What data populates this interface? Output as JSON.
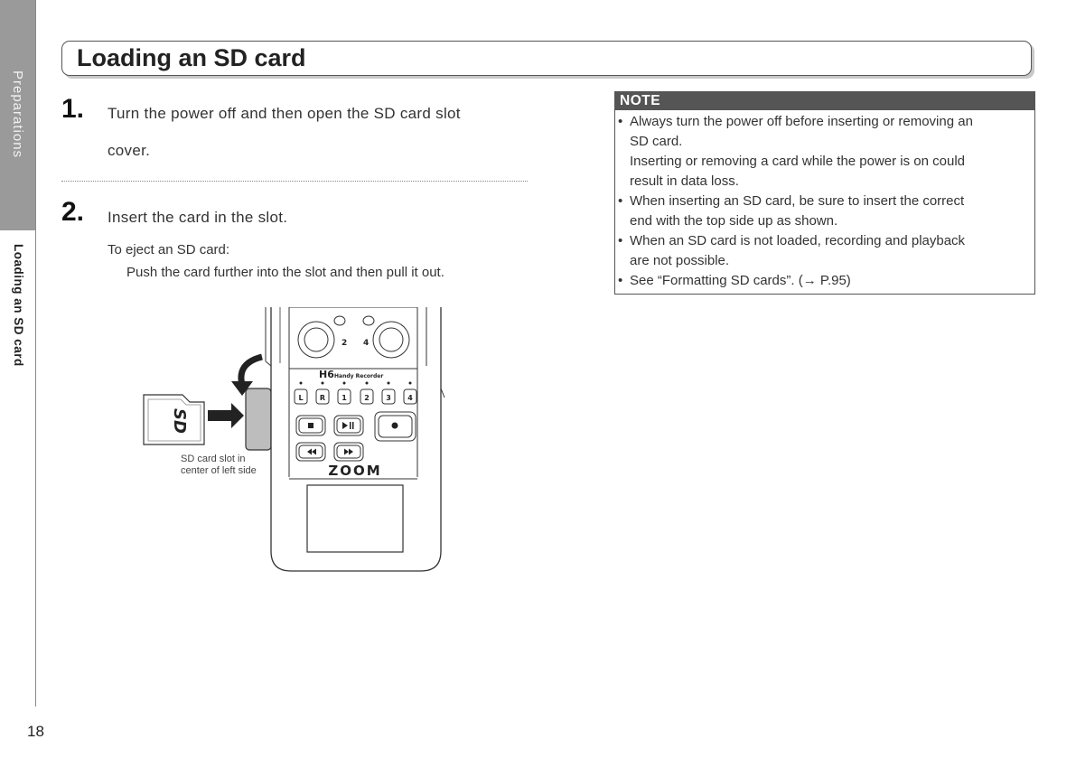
{
  "sidebar": {
    "chapter_tab": "Preparations",
    "section_label": "Loading an SD card",
    "page_number": "18"
  },
  "title": "Loading an SD card",
  "steps": [
    {
      "number": "1.",
      "lines": [
        "Turn the power off and then open the SD card slot",
        "cover."
      ]
    },
    {
      "number": "2.",
      "lines": [
        "Insert the card in the slot."
      ]
    }
  ],
  "eject": {
    "heading": "To eject an SD card:",
    "text": "Push the card further into the slot and then pull it out."
  },
  "figure": {
    "caption_lines": [
      "SD card slot in",
      "center of left side"
    ],
    "device_model": "H6",
    "device_subtitle": "Handy Recorder",
    "brand_logo": "ZOOM",
    "input_buttons": [
      "L",
      "R",
      "1",
      "2",
      "3",
      "4"
    ],
    "knob_labels": [
      "2",
      "4"
    ],
    "card_logo": "SD"
  },
  "note": {
    "heading": "NOTE",
    "items": [
      [
        "Always turn the power off before inserting or removing an",
        "SD card.",
        "Inserting or removing a card while the power is on could",
        "result in data loss."
      ],
      [
        "When inserting an SD card, be sure to insert the correct",
        "end with the top side up as shown."
      ],
      [
        "When an SD card is not loaded, recording and playback",
        "are not possible."
      ],
      [
        "See “Formatting SD cards”. (→ P.95)"
      ]
    ]
  }
}
